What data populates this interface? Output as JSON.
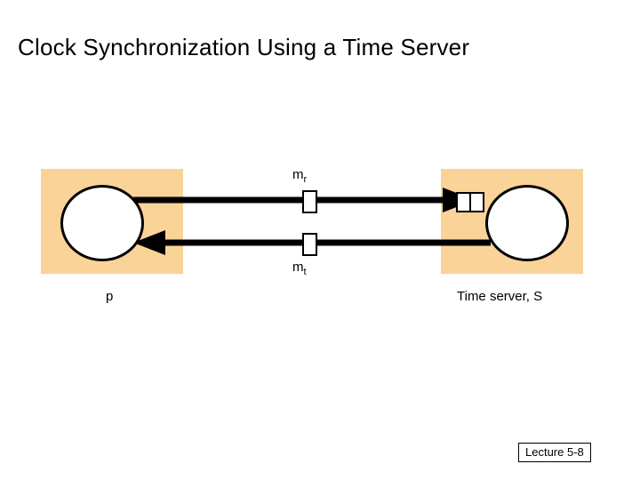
{
  "slide": {
    "title": "Clock Synchronization Using a Time Server",
    "background_color": "#ffffff",
    "node_fill_color": "#fad398"
  },
  "diagram": {
    "left_node": {
      "label": "p",
      "icon": "process-circle"
    },
    "right_node": {
      "label": "Time server, S",
      "icon": "process-circle"
    },
    "messages": [
      {
        "name": "request",
        "label_main": "m",
        "label_sub": "r",
        "direction": "left-to-right"
      },
      {
        "name": "reply",
        "label_main": "m",
        "label_sub": "t",
        "direction": "right-to-left"
      }
    ]
  },
  "footer": {
    "lecture_tag": "Lecture 5-8"
  }
}
